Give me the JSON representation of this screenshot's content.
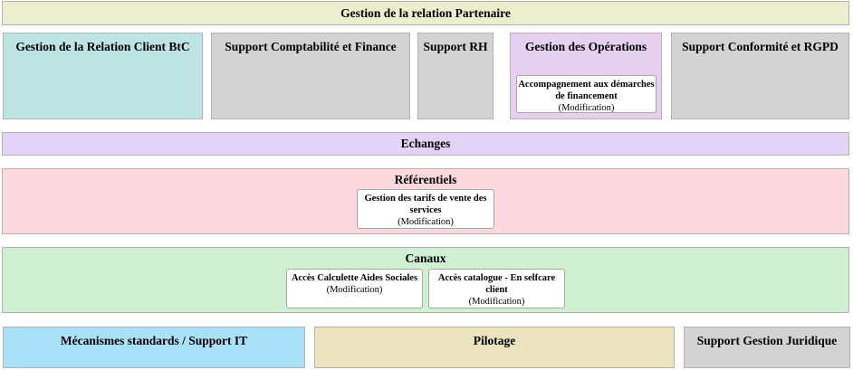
{
  "title_banner": {
    "label": "Gestion de la relation Partenaire",
    "bg": "#edeecd"
  },
  "domains_row": {
    "items": [
      {
        "label": "Gestion de la Relation Client BtC",
        "bg": "#bee4e4"
      },
      {
        "label": "Support Comptabilité et Finance",
        "bg": "#d3d3d3"
      },
      {
        "label": "Support RH",
        "bg": "#d3d3d3"
      },
      {
        "label": "Gestion des Opérations",
        "bg": "#e5d0f0",
        "capability": {
          "title": "Accompagnement aux démarches de financement",
          "status": "(Modification)"
        }
      },
      {
        "label": "Support Conformité et RGPD",
        "bg": "#d3d3d3"
      }
    ]
  },
  "echanges_band": {
    "label": "Echanges",
    "bg": "#e2d3f7"
  },
  "referentiels_band": {
    "label": "Référentiels",
    "bg": "#fed8df",
    "capability": {
      "title": "Gestion des tarifs de vente des services",
      "status": "(Modification)"
    }
  },
  "canaux_band": {
    "label": "Canaux",
    "bg": "#cff0d2",
    "capabilities": [
      {
        "title": "Accès Calculette Aides Sociales",
        "status": "(Modification)"
      },
      {
        "title": "Accès catalogue - En selfcare client",
        "status": "(Modification)"
      }
    ]
  },
  "bottom_row": {
    "items": [
      {
        "label": "Mécanismes standards / Support IT",
        "bg": "#a9e1f8"
      },
      {
        "label": "Pilotage",
        "bg": "#ebe4be"
      },
      {
        "label": "Support Gestion Juridique",
        "bg": "#d3d3d3"
      }
    ]
  }
}
